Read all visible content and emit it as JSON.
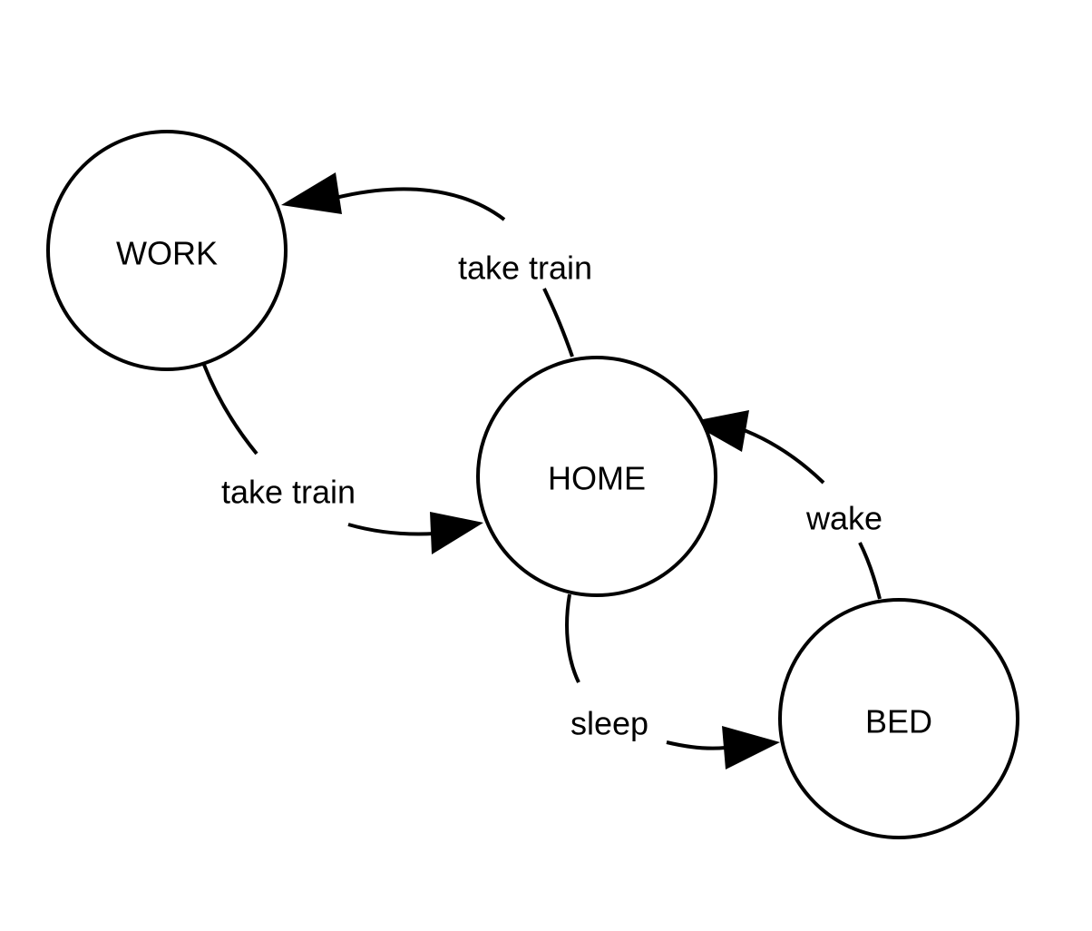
{
  "diagram": {
    "nodes": {
      "work": {
        "label": "WORK"
      },
      "home": {
        "label": "HOME"
      },
      "bed": {
        "label": "BED"
      }
    },
    "edges": {
      "home_to_work": {
        "label": "take train",
        "from": "HOME",
        "to": "WORK"
      },
      "work_to_home": {
        "label": "take train",
        "from": "WORK",
        "to": "HOME"
      },
      "home_to_bed": {
        "label": "sleep",
        "from": "HOME",
        "to": "BED"
      },
      "bed_to_home": {
        "label": "wake",
        "from": "BED",
        "to": "HOME"
      }
    },
    "colors": {
      "stroke": "#000000",
      "background": "#ffffff"
    }
  }
}
